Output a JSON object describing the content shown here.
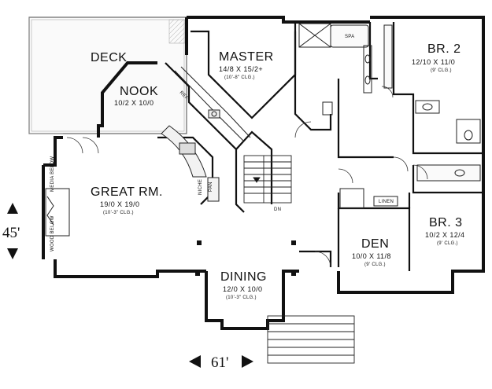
{
  "rooms": {
    "deck": {
      "name": "DECK"
    },
    "nook": {
      "name": "NOOK",
      "dims": "10/2 X 10/0"
    },
    "master": {
      "name": "MASTER",
      "dims": "14/8 X 15/2+",
      "ceiling": "(10'-8\" CLG.)"
    },
    "br2": {
      "name": "BR. 2",
      "dims": "12/10 X 11/0",
      "ceiling": "(9' CLG.)"
    },
    "great": {
      "name": "GREAT RM.",
      "dims": "19/0 X 19/0",
      "ceiling": "(10'-3\" CLG.)"
    },
    "dining": {
      "name": "DINING",
      "dims": "12/0 X 10/0",
      "ceiling": "(10'-3\" CLG.)"
    },
    "den": {
      "name": "DEN",
      "dims": "10/0 X 11/8",
      "ceiling": "(9' CLG.)"
    },
    "br3": {
      "name": "BR. 3",
      "dims": "10/2 X 12/4",
      "ceiling": "(9' CLG.)"
    }
  },
  "fixtures": {
    "spa": "SPA",
    "linen": "LINEN",
    "pan": "PAN",
    "niche": "NICHE",
    "ref": "REF.",
    "dn": "DN",
    "media": "MEDIA BELOW",
    "wood": "WOOD BELOW"
  },
  "dimensions": {
    "width": "61'",
    "depth": "45'"
  }
}
